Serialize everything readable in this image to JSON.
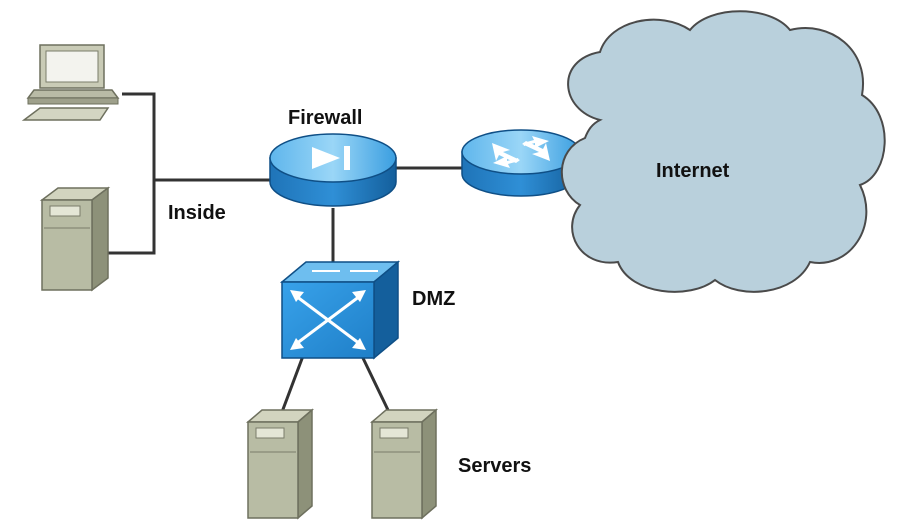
{
  "labels": {
    "firewall": "Firewall",
    "inside": "Inside",
    "dmz": "DMZ",
    "internet": "Internet",
    "servers": "Servers"
  },
  "colors": {
    "link": "#333333",
    "device_blue": "#2d8fd6",
    "device_blue_light": "#7cc4f0",
    "device_blue_dark": "#0f5f9e",
    "cloud_fill": "#b9d0dc",
    "cloud_stroke": "#4a4a4a",
    "server_fill": "#b8bca4",
    "server_shade": "#8d9179",
    "pc_fill": "#c9cbb6"
  },
  "icons": {
    "workstation": "workstation-icon",
    "inside_server": "server-icon",
    "firewall": "firewall-icon",
    "router": "router-icon",
    "cloud": "internet-cloud-icon",
    "switch": "switch-icon",
    "dmz_servers": [
      "server-icon",
      "server-icon"
    ]
  }
}
